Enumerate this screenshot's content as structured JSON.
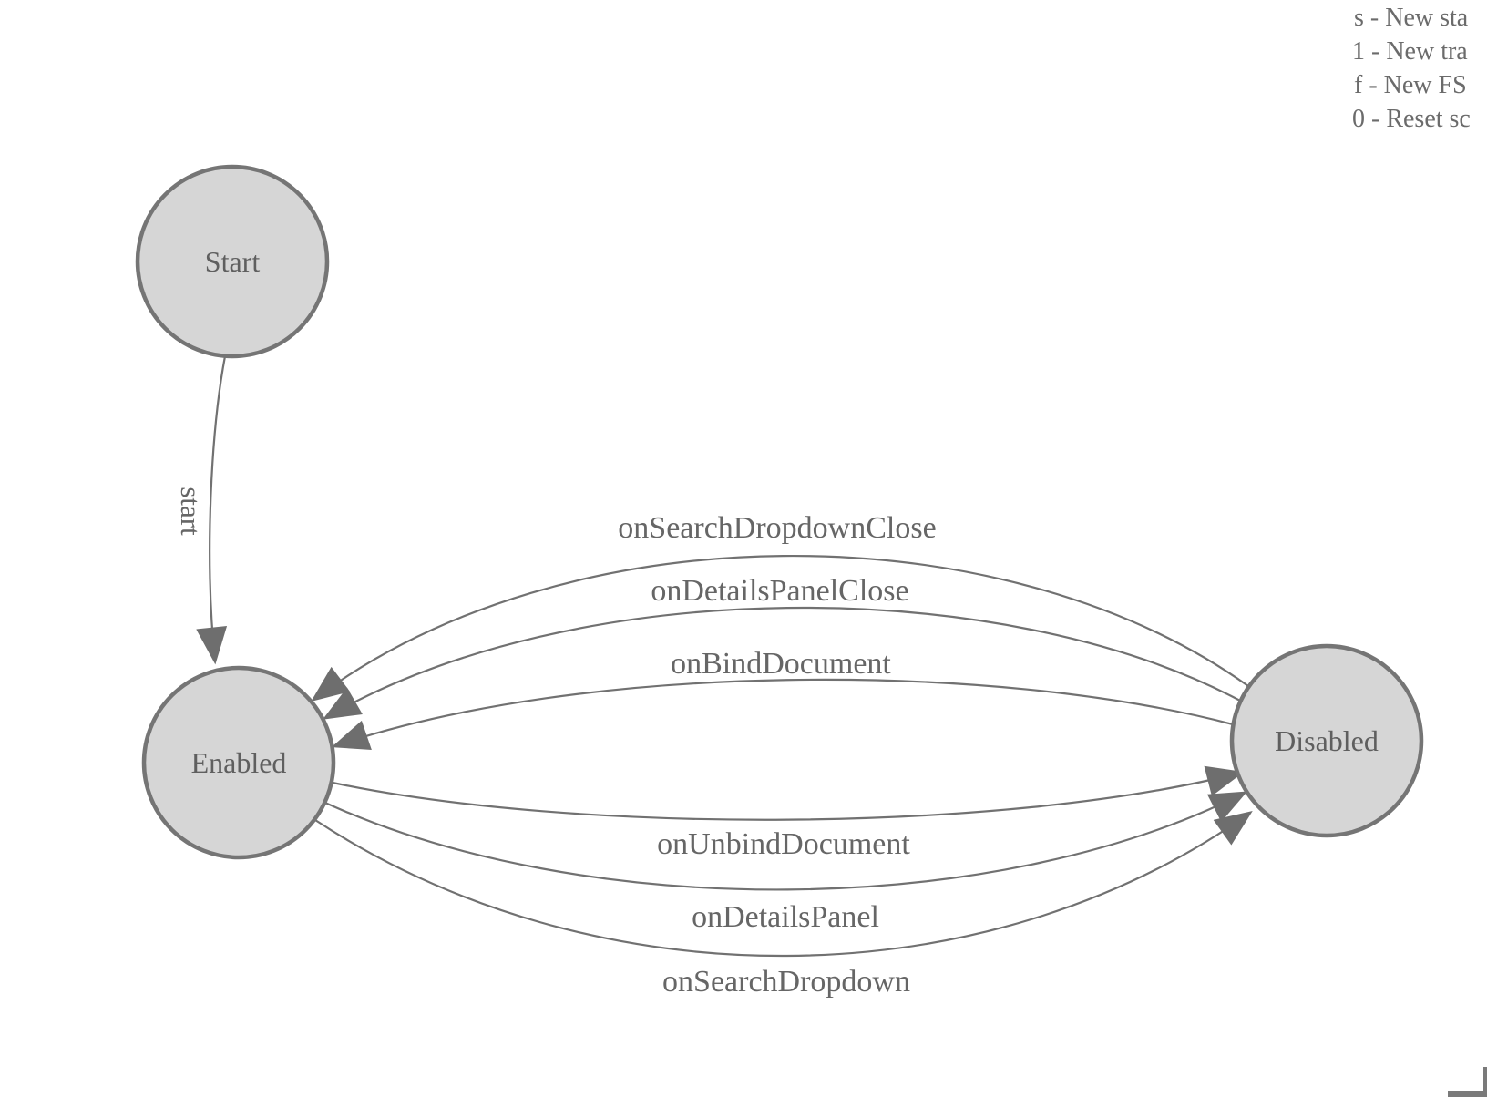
{
  "app": {
    "description": "Finite state machine diagram with Start, Enabled and Disabled states"
  },
  "legend": {
    "items": [
      {
        "text": "s - New sta"
      },
      {
        "text": "1 - New tra"
      },
      {
        "text": "f - New FS"
      },
      {
        "text": "0 - Reset sc"
      }
    ]
  },
  "diagram": {
    "states": [
      {
        "id": "start",
        "label": "Start"
      },
      {
        "id": "enabled",
        "label": "Enabled"
      },
      {
        "id": "disabled",
        "label": "Disabled"
      }
    ],
    "transitions": [
      {
        "label": "start",
        "from": "Start",
        "to": "Enabled"
      },
      {
        "label": "onSearchDropdownClose",
        "from": "Disabled",
        "to": "Enabled"
      },
      {
        "label": "onDetailsPanelClose",
        "from": "Disabled",
        "to": "Enabled"
      },
      {
        "label": "onBindDocument",
        "from": "Disabled",
        "to": "Enabled"
      },
      {
        "label": "onUnbindDocument",
        "from": "Enabled",
        "to": "Disabled"
      },
      {
        "label": "onDetailsPanel",
        "from": "Enabled",
        "to": "Disabled"
      },
      {
        "label": "onSearchDropdown",
        "from": "Enabled",
        "to": "Disabled"
      }
    ],
    "colors": {
      "state_fill": "#d6d6d6",
      "state_stroke": "#757575",
      "edge_stroke": "#717171",
      "arrow_fill": "#6e6e6e",
      "label_text": "#666666",
      "legend_text": "#6b6b6b"
    }
  }
}
